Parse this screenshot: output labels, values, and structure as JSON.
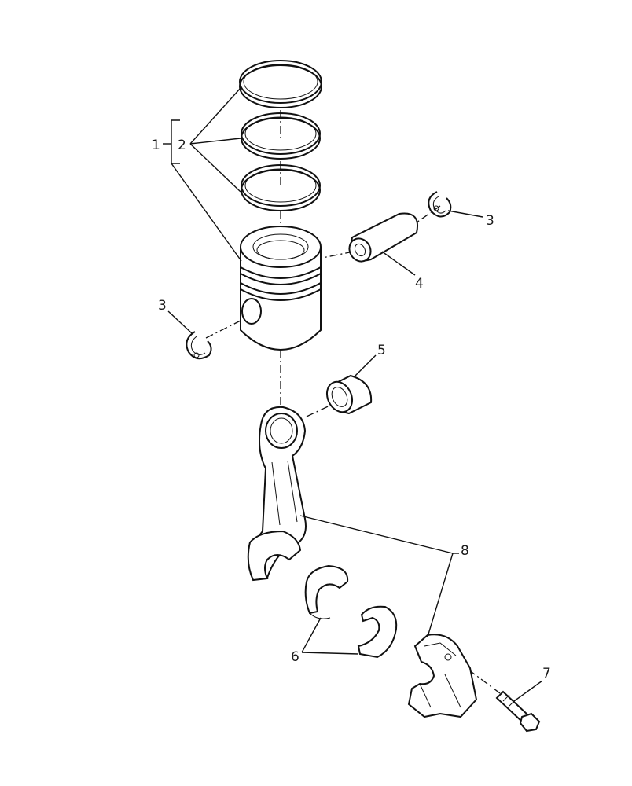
{
  "callouts": {
    "c1": "1",
    "c2": "2",
    "c3_right": "3",
    "c3_left": "3",
    "c4": "4",
    "c5": "5",
    "c6": "6",
    "c7": "7",
    "c8": "8"
  },
  "colors": {
    "line": "#111111",
    "background": "#ffffff"
  }
}
